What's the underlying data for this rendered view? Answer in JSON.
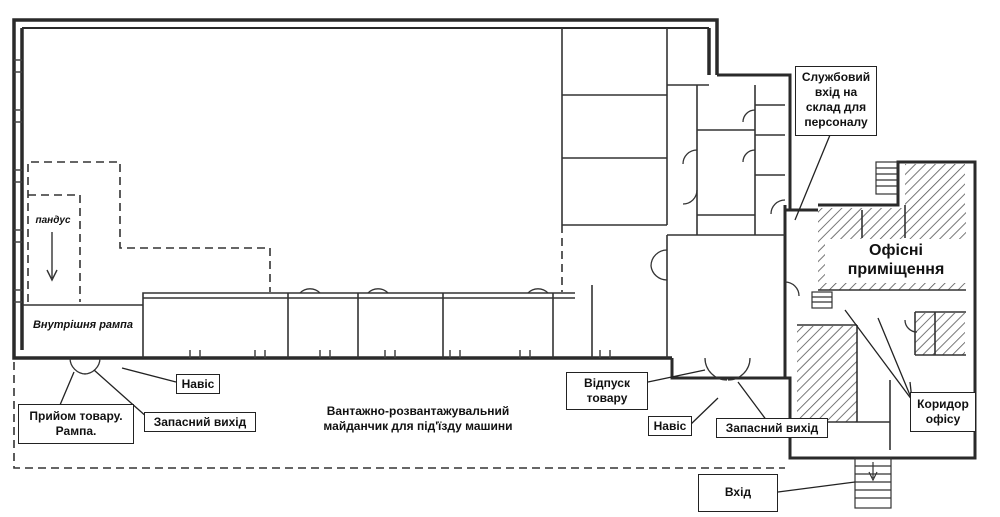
{
  "labels": {
    "ramp_slope": "пандус",
    "inner_ramp": "Внутрішня рампа",
    "canopy_left": "Навіс",
    "goods_reception": "Прийом товару. Рампа.",
    "emergency_exit_left": "Запасний вихід",
    "loading_area": "Вантажно-розвантажувальний майданчик для під'їзду машини",
    "goods_dispatch": "Відпуск товару",
    "canopy_right": "Навіс",
    "emergency_exit_right": "Запасний вихід",
    "staff_entrance": "Службовий вхід на склад для персоналу",
    "offices": "Офісні приміщення",
    "office_corridor": "Коридор офісу",
    "entrance": "Вхід"
  }
}
